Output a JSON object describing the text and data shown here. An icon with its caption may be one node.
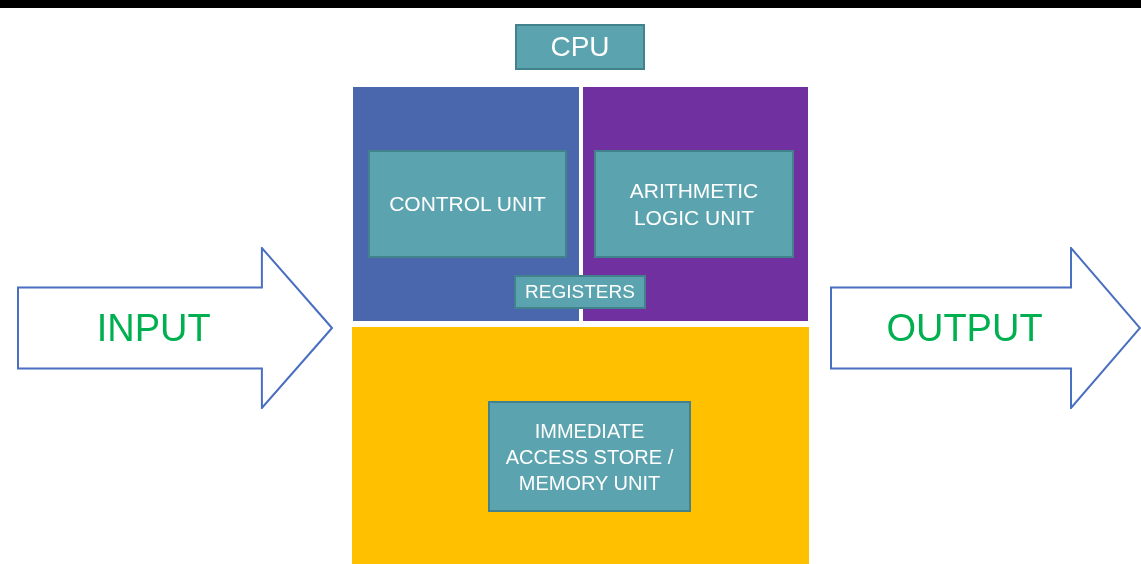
{
  "diagram": {
    "nodes": [
      {
        "text": [
          "CPU"
        ]
      },
      {
        "text": [],
        "shape": "box"
      },
      {
        "text": [],
        "shape": "box"
      },
      {
        "text": [
          "CONTROL UNIT"
        ],
        "in": 1
      },
      {
        "text": [
          "ARITHMETIC LOGIC UNIT"
        ],
        "in": 2
      },
      {
        "text": [
          "REGISTERS"
        ]
      },
      {
        "text": [],
        "shape": "box"
      },
      {
        "text": [
          "IMMEDIATE ACCESS STORE / MEMORY UNIT"
        ],
        "in": 6
      },
      {
        "text": [
          "INPUT"
        ]
      },
      {
        "text": [
          "OUTPUT"
        ]
      }
    ]
  }
}
